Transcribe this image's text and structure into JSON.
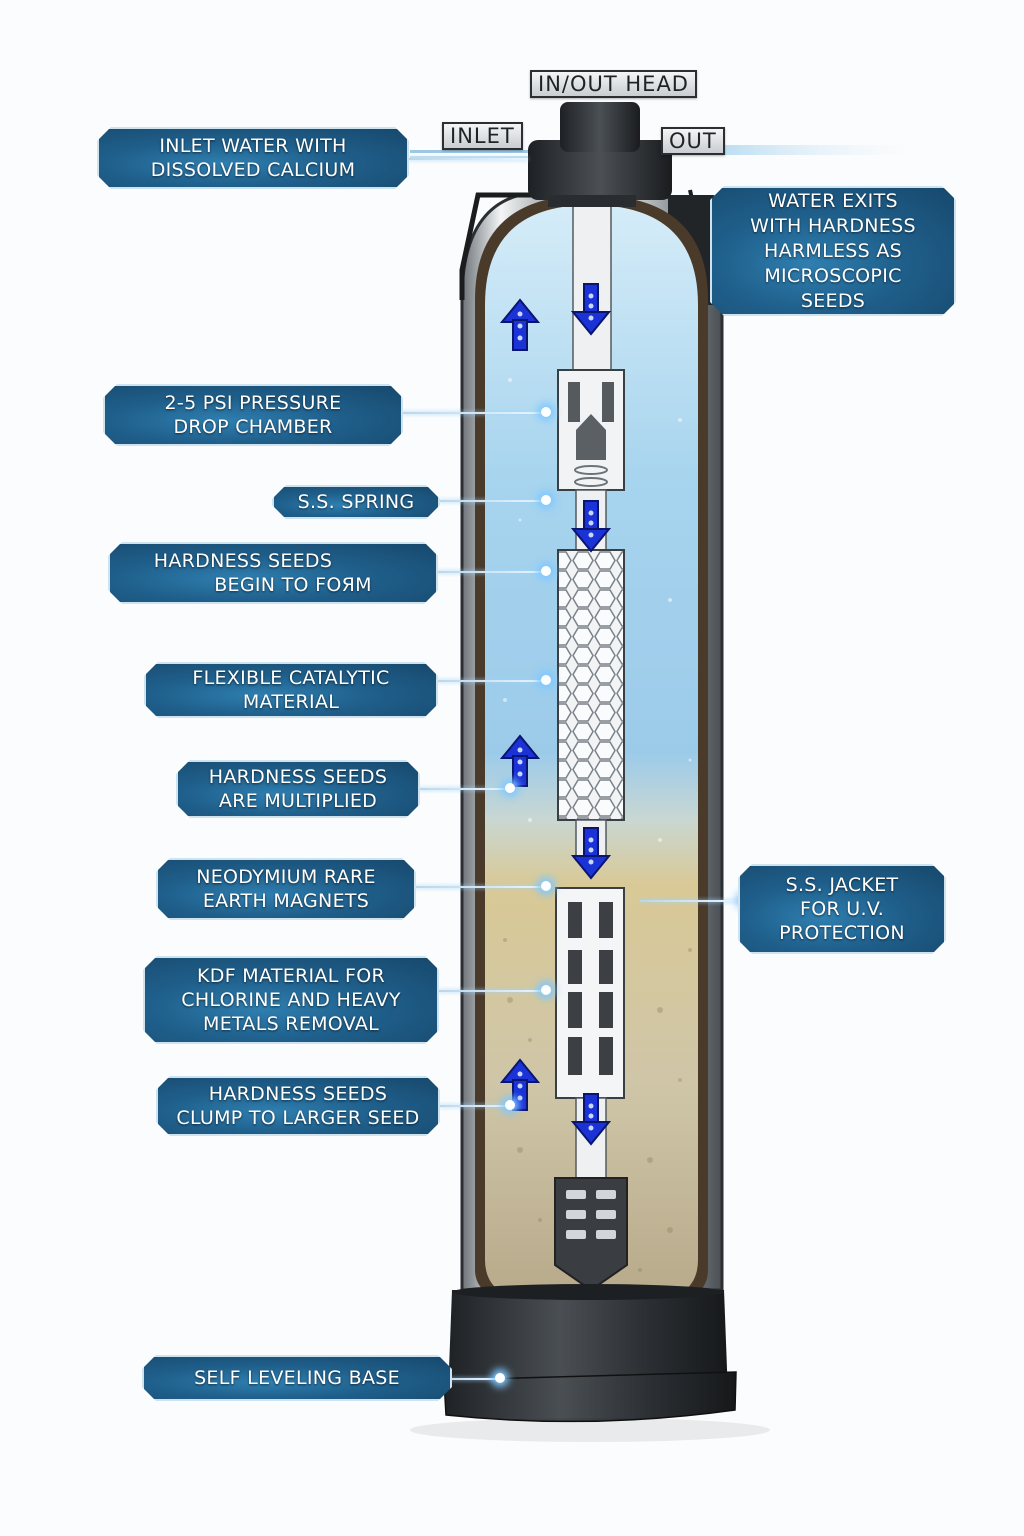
{
  "header_tags": {
    "head": "IN/OUT HEAD",
    "inlet": "INLET",
    "out": "OUT"
  },
  "callouts": {
    "inlet_water": [
      "INLET WATER WITH",
      "DISSOLVED CALCIUM"
    ],
    "water_exits": [
      "WATER EXITS",
      "WITH HARDNESS",
      "HARMLESS AS",
      "MICROSCOPIC",
      "SEEDS"
    ],
    "pressure_drop": [
      "2-5 PSI PRESSURE",
      "DROP CHAMBER"
    ],
    "spring": [
      "S.S. SPRING"
    ],
    "seeds_form": [
      "HARDNESS SEEDS",
      "BEGIN TO FOЯM"
    ],
    "catalytic": [
      "FLEXIBLE CATALYTIC",
      "MATERIAL"
    ],
    "seeds_multiplied": [
      "HARDNESS SEEDS",
      "ARE MULTIPLIED"
    ],
    "magnets": [
      "NEODYMIUM RARE",
      "EARTH MAGNETS"
    ],
    "jacket": [
      "S.S. JACKET",
      "FOR U.V.",
      "PROTECTION"
    ],
    "kdf": [
      "KDF MATERIAL FOR",
      "CHLORINE AND HEAVY",
      "METALS REMOVAL"
    ],
    "seeds_clump": [
      "HARDNESS SEEDS",
      "CLUMP TO LARGER SEED"
    ],
    "base": [
      "SELF LEVELING BASE"
    ]
  },
  "icons": {
    "flow_down": "blue-down-arrow",
    "flow_up": "blue-up-arrow"
  },
  "colors": {
    "label_bg": "#1f5f8b",
    "label_border": "#cfe3ef",
    "arrow_blue": "#1a2fd0",
    "water_blue": "#a9d6ef",
    "kdf_gold": "#d8c38a",
    "steel": "#b9bfc4",
    "base_dark": "#2e3236"
  }
}
